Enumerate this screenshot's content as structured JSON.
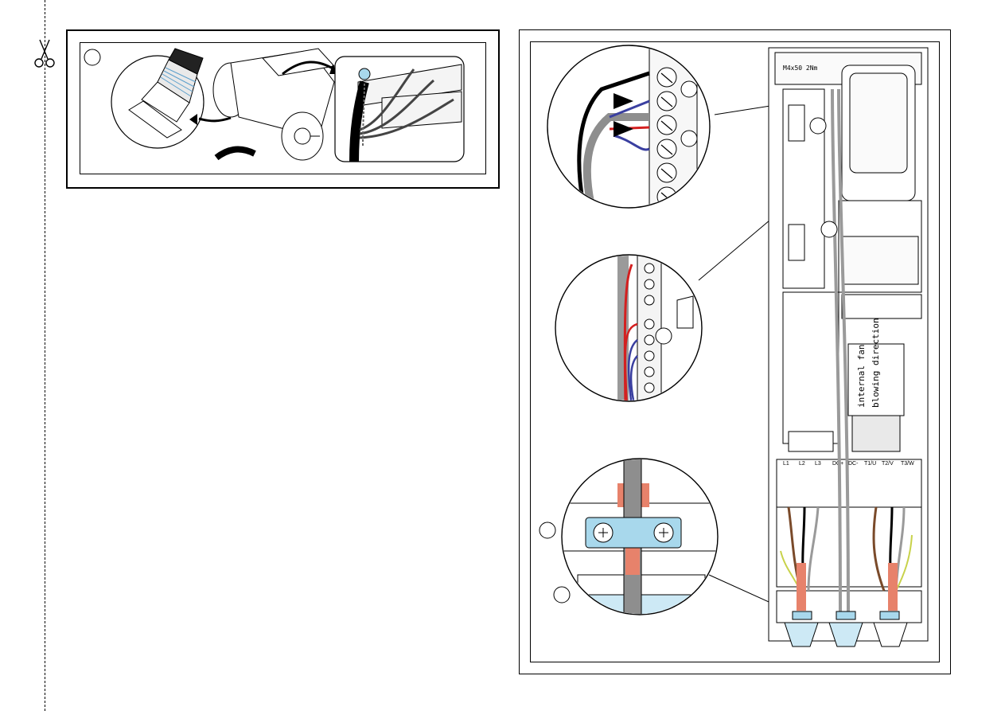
{
  "page": {
    "cut_line": "dashed-cut-line",
    "scissors_icon": "scissors-icon"
  },
  "left_figure": {
    "callout": "",
    "shield_callout_icon": "circle-callout-icon"
  },
  "right_figure": {
    "screw_label": "M4x50  2Nm",
    "fan_label_line1": "internal fan",
    "fan_label_line2": "blowing direction",
    "terminal_labels": [
      "L1",
      "L2",
      "L3",
      "DC+",
      "DC-",
      "T1/U",
      "T2/V",
      "T3/W"
    ],
    "callouts": [
      "",
      "",
      "",
      "",
      "",
      "",
      "",
      ""
    ]
  },
  "colors": {
    "line": "#000000",
    "red_wire": "#d42020",
    "blue_wire": "#3a3fa0",
    "clamp_blue": "#a8d8ec",
    "shield_copper": "#e7826b",
    "cable_gray": "#9a9a9a",
    "brown_wire": "#7a4a2a",
    "yellow_green": "#c8d24a"
  }
}
